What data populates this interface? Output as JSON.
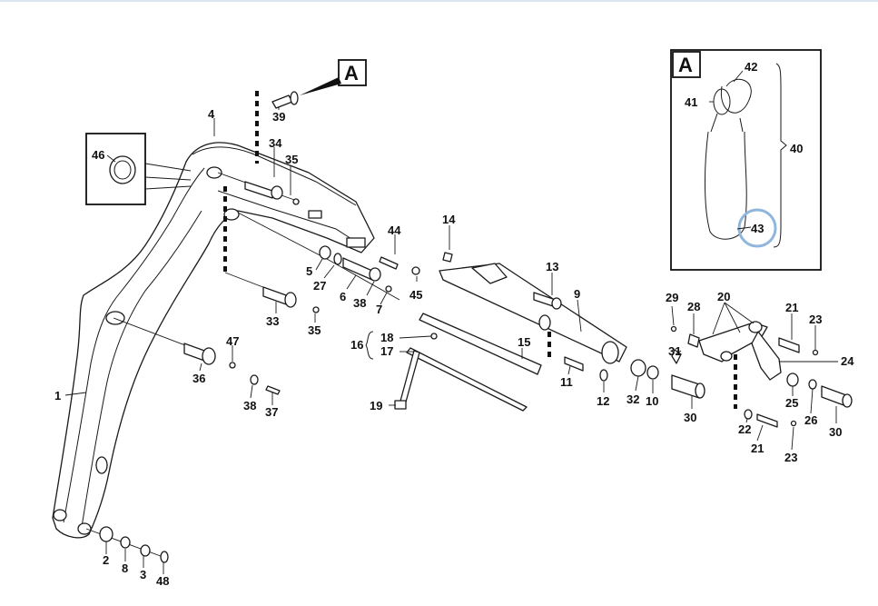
{
  "view_markers": {
    "main": "A",
    "detail": "A"
  },
  "highlight_color": "#8fb6dc",
  "callouts": [
    {
      "id": "c1",
      "text": "1"
    },
    {
      "id": "c2",
      "text": "2"
    },
    {
      "id": "c3",
      "text": "3"
    },
    {
      "id": "c4",
      "text": "4"
    },
    {
      "id": "c5",
      "text": "5"
    },
    {
      "id": "c6",
      "text": "6"
    },
    {
      "id": "c7",
      "text": "7"
    },
    {
      "id": "c8",
      "text": "8"
    },
    {
      "id": "c9",
      "text": "9"
    },
    {
      "id": "c10",
      "text": "10"
    },
    {
      "id": "c11",
      "text": "11"
    },
    {
      "id": "c12",
      "text": "12"
    },
    {
      "id": "c13",
      "text": "13"
    },
    {
      "id": "c14",
      "text": "14"
    },
    {
      "id": "c15",
      "text": "15"
    },
    {
      "id": "c16",
      "text": "16"
    },
    {
      "id": "c17",
      "text": "17"
    },
    {
      "id": "c18",
      "text": "18"
    },
    {
      "id": "c19",
      "text": "19"
    },
    {
      "id": "c20",
      "text": "20"
    },
    {
      "id": "c21a",
      "text": "21"
    },
    {
      "id": "c21b",
      "text": "21"
    },
    {
      "id": "c22",
      "text": "22"
    },
    {
      "id": "c23a",
      "text": "23"
    },
    {
      "id": "c23b",
      "text": "23"
    },
    {
      "id": "c24",
      "text": "24"
    },
    {
      "id": "c25",
      "text": "25"
    },
    {
      "id": "c26",
      "text": "26"
    },
    {
      "id": "c27",
      "text": "27"
    },
    {
      "id": "c28",
      "text": "28"
    },
    {
      "id": "c29",
      "text": "29"
    },
    {
      "id": "c30a",
      "text": "30"
    },
    {
      "id": "c30b",
      "text": "30"
    },
    {
      "id": "c31",
      "text": "31"
    },
    {
      "id": "c32",
      "text": "32"
    },
    {
      "id": "c33",
      "text": "33"
    },
    {
      "id": "c34",
      "text": "34"
    },
    {
      "id": "c35a",
      "text": "35"
    },
    {
      "id": "c35b",
      "text": "35"
    },
    {
      "id": "c36",
      "text": "36"
    },
    {
      "id": "c37",
      "text": "37"
    },
    {
      "id": "c38a",
      "text": "38"
    },
    {
      "id": "c38b",
      "text": "38"
    },
    {
      "id": "c39",
      "text": "39"
    },
    {
      "id": "c40",
      "text": "40"
    },
    {
      "id": "c41",
      "text": "41"
    },
    {
      "id": "c42",
      "text": "42"
    },
    {
      "id": "c43",
      "text": "43"
    },
    {
      "id": "c44",
      "text": "44"
    },
    {
      "id": "c45",
      "text": "45"
    },
    {
      "id": "c46",
      "text": "46"
    },
    {
      "id": "c47",
      "text": "47"
    },
    {
      "id": "c48",
      "text": "48"
    }
  ]
}
